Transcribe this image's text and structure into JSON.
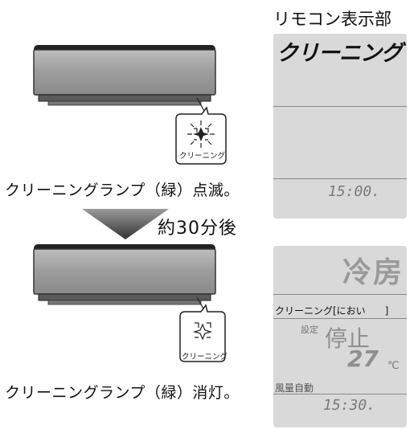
{
  "remote_display": {
    "title": "リモコン表示部",
    "before": {
      "mode_text": "クリーニング",
      "time": "15:00."
    },
    "after": {
      "mode_text": "冷房",
      "status_line": "クリーニング[におい　　]",
      "setting_label": "設定",
      "setting_value": "停止",
      "temperature": "27",
      "temperature_unit": "℃",
      "fan_label": "風量自動",
      "time": "15:30."
    }
  },
  "unit_top": {
    "lamp_label": "クリーニング",
    "caption": "クリーニングランプ（緑）点滅。"
  },
  "transition": {
    "label": "約30分後"
  },
  "unit_bottom": {
    "lamp_label": "クリーニング",
    "caption": "クリーニングランプ（緑）消灯。"
  }
}
